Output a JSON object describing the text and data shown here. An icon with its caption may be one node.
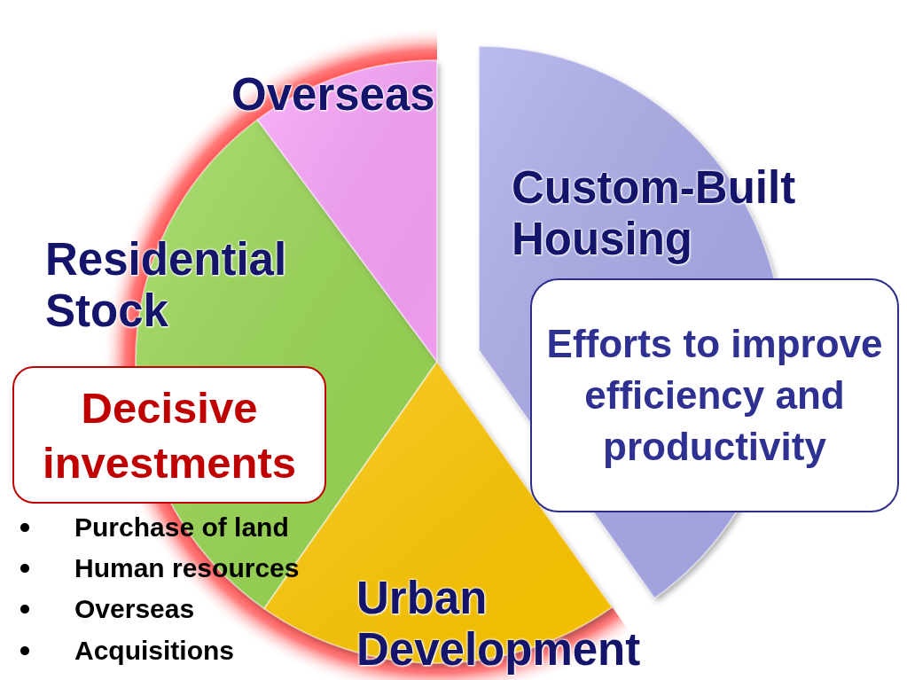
{
  "diagram": {
    "nodes": [
      {
        "text": [
          "Overseas"
        ]
      },
      {
        "text": [
          "Custom-Built Housing"
        ]
      },
      {
        "text": [
          "Residential Stock"
        ]
      },
      {
        "text": [
          "Decisive investments"
        ]
      },
      {
        "text": [
          "Efforts to improve efficiency and productivity"
        ]
      },
      {
        "text": [
          "Urban Development"
        ]
      }
    ],
    "labels": [
      "Purchase of land",
      "Human resources",
      "Overseas",
      "Acquisitions"
    ]
  }
}
